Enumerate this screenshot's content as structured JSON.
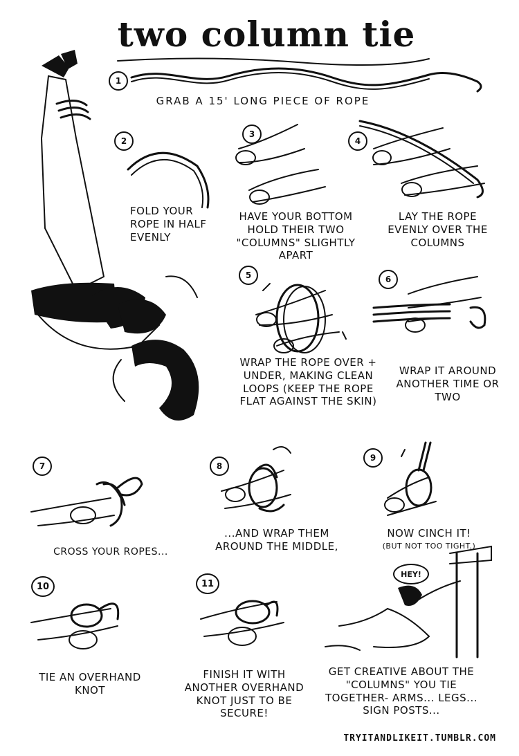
{
  "title": "two column tie",
  "steps": [
    {
      "number": "1",
      "caption": "GRAB A 15' LONG PIECE OF ROPE"
    },
    {
      "number": "2",
      "caption": "FOLD YOUR ROPE IN HALF EVENLY"
    },
    {
      "number": "3",
      "caption": "HAVE YOUR BOTTOM HOLD THEIR TWO \"COLUMNS\" SLIGHTLY APART"
    },
    {
      "number": "4",
      "caption": "LAY THE ROPE EVENLY OVER THE COLUMNS"
    },
    {
      "number": "5",
      "caption": "WRAP THE ROPE OVER + UNDER, MAKING CLEAN LOOPS (KEEP THE ROPE FLAT AGAINST THE SKIN)"
    },
    {
      "number": "6",
      "caption": "WRAP IT AROUND ANOTHER TIME OR TWO"
    },
    {
      "number": "7",
      "caption": "CROSS YOUR ROPES..."
    },
    {
      "number": "8",
      "caption": "...AND WRAP THEM AROUND THE MIDDLE,"
    },
    {
      "number": "9",
      "caption": "NOW CINCH IT!",
      "note": "(BUT NOT TOO TIGHT.)"
    },
    {
      "number": "10",
      "caption": "TIE AN OVERHAND KNOT"
    },
    {
      "number": "11",
      "caption": "FINISH IT WITH ANOTHER OVERHAND KNOT JUST TO BE SECURE!"
    },
    {
      "number": "",
      "caption": "GET CREATIVE ABOUT THE \"COLUMNS\" YOU TIE TOGETHER- ARMS... LEGS... SIGN POSTS..."
    }
  ],
  "speech_bubble": "HEY!",
  "footer": "TRYITANDLIKEIT.TUMBLR.COM"
}
